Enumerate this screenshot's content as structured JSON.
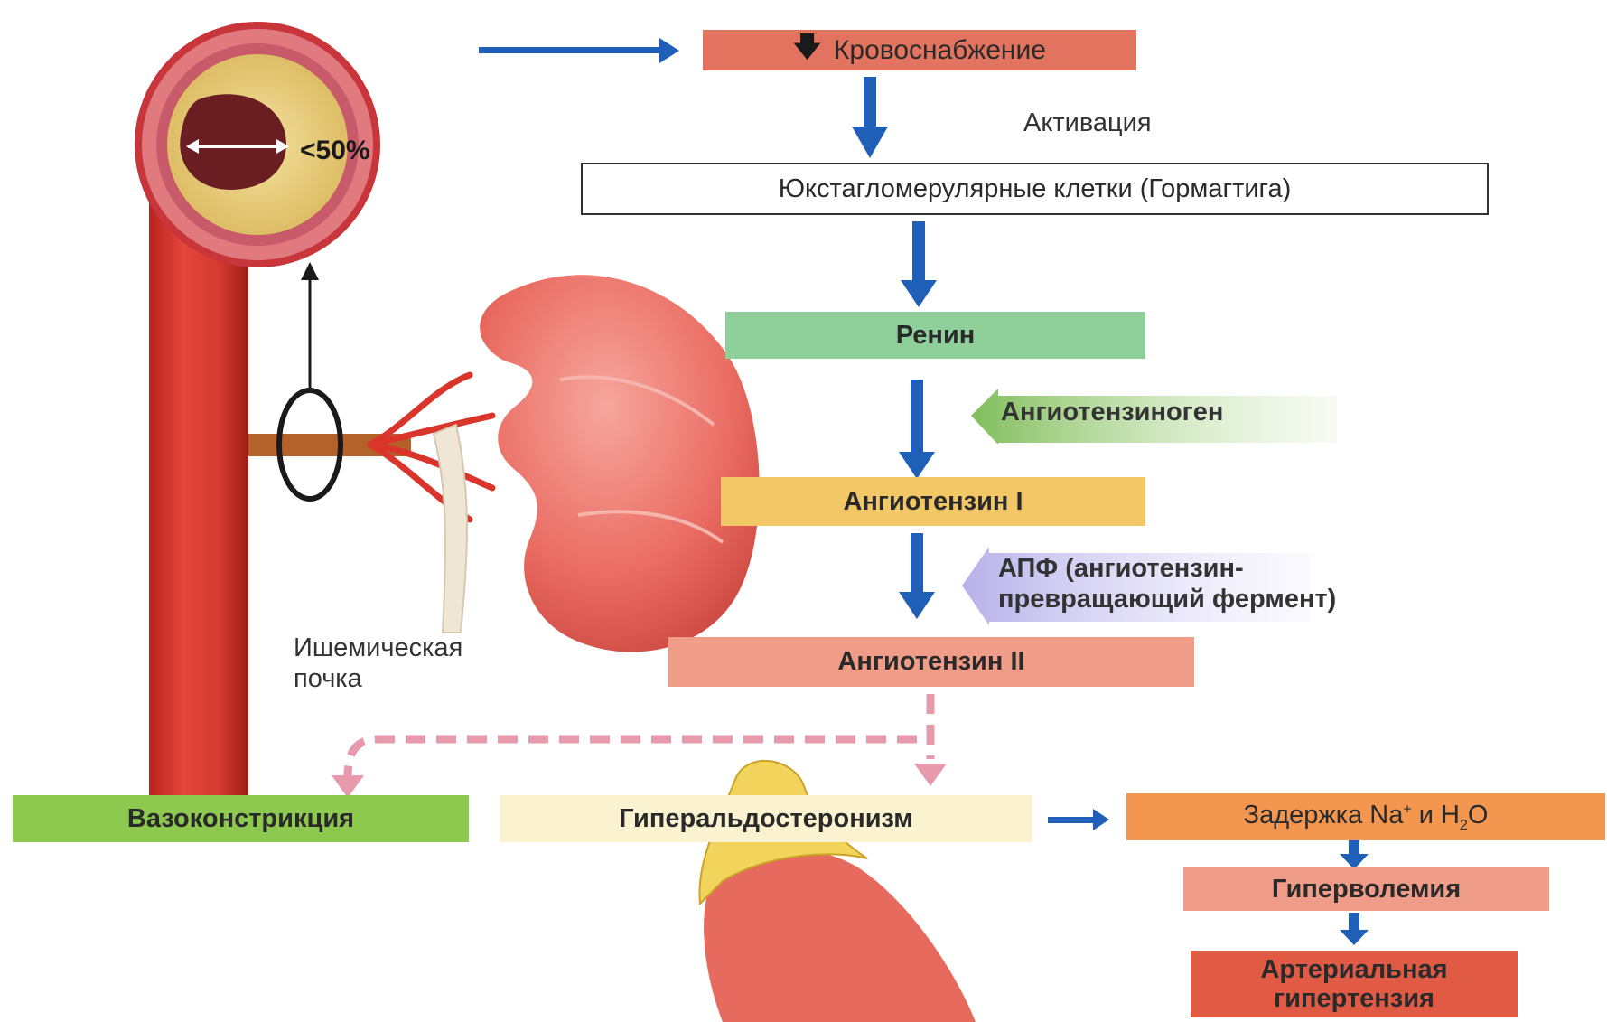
{
  "artery": {
    "stenosis_label": "<50%"
  },
  "flow": {
    "blood_supply": {
      "arrow": "🡇",
      "text": "Кровоснабжение"
    },
    "activation_label": "Активация",
    "jg_cells": "Юкстагломерулярные клетки (Гормагтига)",
    "renin": "Ренин",
    "angiotensinogen": "Ангиотензиноген",
    "angiotensin_1": "Ангиотензин I",
    "ace_line1": "АПФ (ангиотензин-",
    "ace_line2": "превращающий фермент)",
    "angiotensin_2": "Ангиотензин II",
    "ischemic_line1": "Ишемическая",
    "ischemic_line2": "почка",
    "vasoconstriction": "Вазоконстрикция",
    "hyperaldosteronism": "Гиперальдостеронизм",
    "retention": {
      "prefix": "Задержка Na",
      "sup": "+",
      "mid": " и H",
      "sub": "2",
      "suffix": "O"
    },
    "hypervolemia": "Гиперволемия",
    "hypertension_line1": "Артериальная",
    "hypertension_line2": "гипертензия"
  },
  "colors": {
    "blue_arrow": "#1f5fb8",
    "salmon_box": "#e2735e",
    "green_box": "#8fcf9a",
    "yellow_box": "#f2c766",
    "light_salmon_box": "#ef9c88",
    "lime_box": "#8cc94e",
    "cream_box": "#fbf3cf",
    "orange_box": "#f3964f",
    "red_box": "#e05a44",
    "dashed_pink": "#e79aac",
    "angiotensinogen_arrow": "#a8d08d",
    "ace_arrow": "#c8c3ee"
  }
}
